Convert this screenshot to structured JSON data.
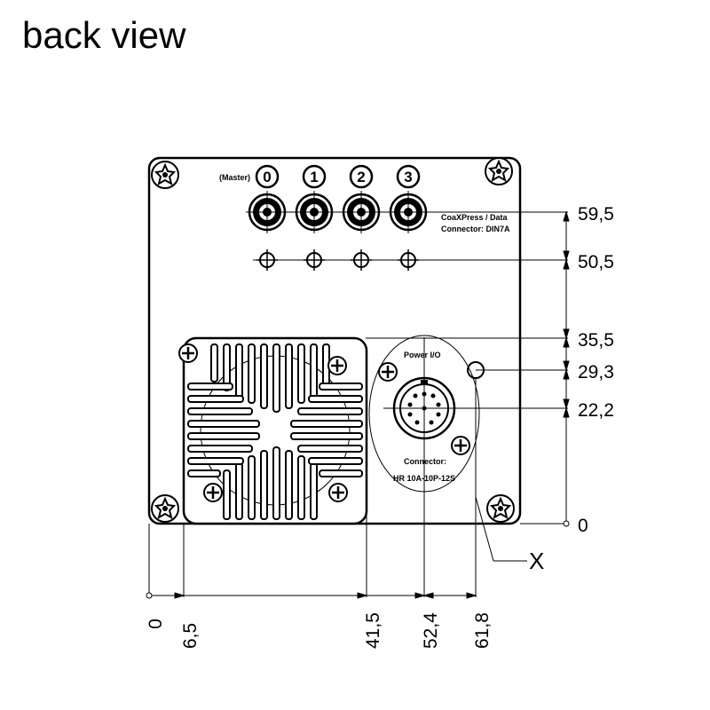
{
  "title": "back view",
  "connectors": {
    "master_label": "(Master)",
    "numbers": [
      "0",
      "1",
      "2",
      "3"
    ],
    "coax_label_line1": "CoaXPress / Data",
    "coax_label_line2": "Connector: DIN7A",
    "power_label": "Power I/O",
    "power_conn_line1": "Connector:",
    "power_conn_line2": "HR 10A-10P-12S"
  },
  "vertical_dims": [
    "59,5",
    "50,5",
    "35,5",
    "29,3",
    "22,2",
    "0"
  ],
  "horizontal_dims": [
    "0",
    "6,5",
    "41,5",
    "52,4",
    "61,8"
  ],
  "callout": "X"
}
